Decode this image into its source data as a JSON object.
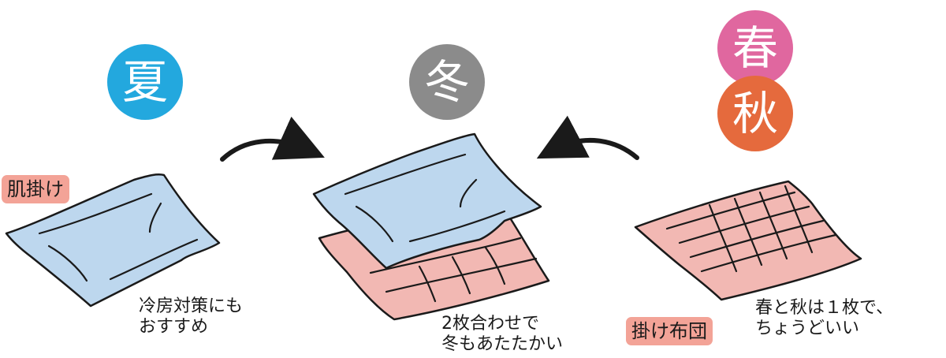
{
  "colors": {
    "summer": "#23a8de",
    "winter": "#8b8b8b",
    "spring": "#e0679f",
    "autumn": "#e56a3d",
    "tag_bg": "#f3a397",
    "blanket_blue": "#bdd7ee",
    "futon_pink": "#f2b8b3",
    "outline": "#1a1a1a"
  },
  "seasons": {
    "summer": "夏",
    "winter": "冬",
    "spring": "春",
    "autumn": "秋"
  },
  "left": {
    "tag": "肌掛け",
    "caption_line1": "冷房対策にも",
    "caption_line2": "おすすめ"
  },
  "center": {
    "caption_line1": "2枚合わせで",
    "caption_line2": "冬もあたたかい"
  },
  "right": {
    "tag": "掛け布団",
    "caption_line1": "春と秋は１枚で、",
    "caption_line2": "ちょうどいい"
  },
  "icons": {
    "arrow_left_to_center": "curved-arrow-right-icon",
    "arrow_right_to_center": "curved-arrow-left-icon"
  }
}
